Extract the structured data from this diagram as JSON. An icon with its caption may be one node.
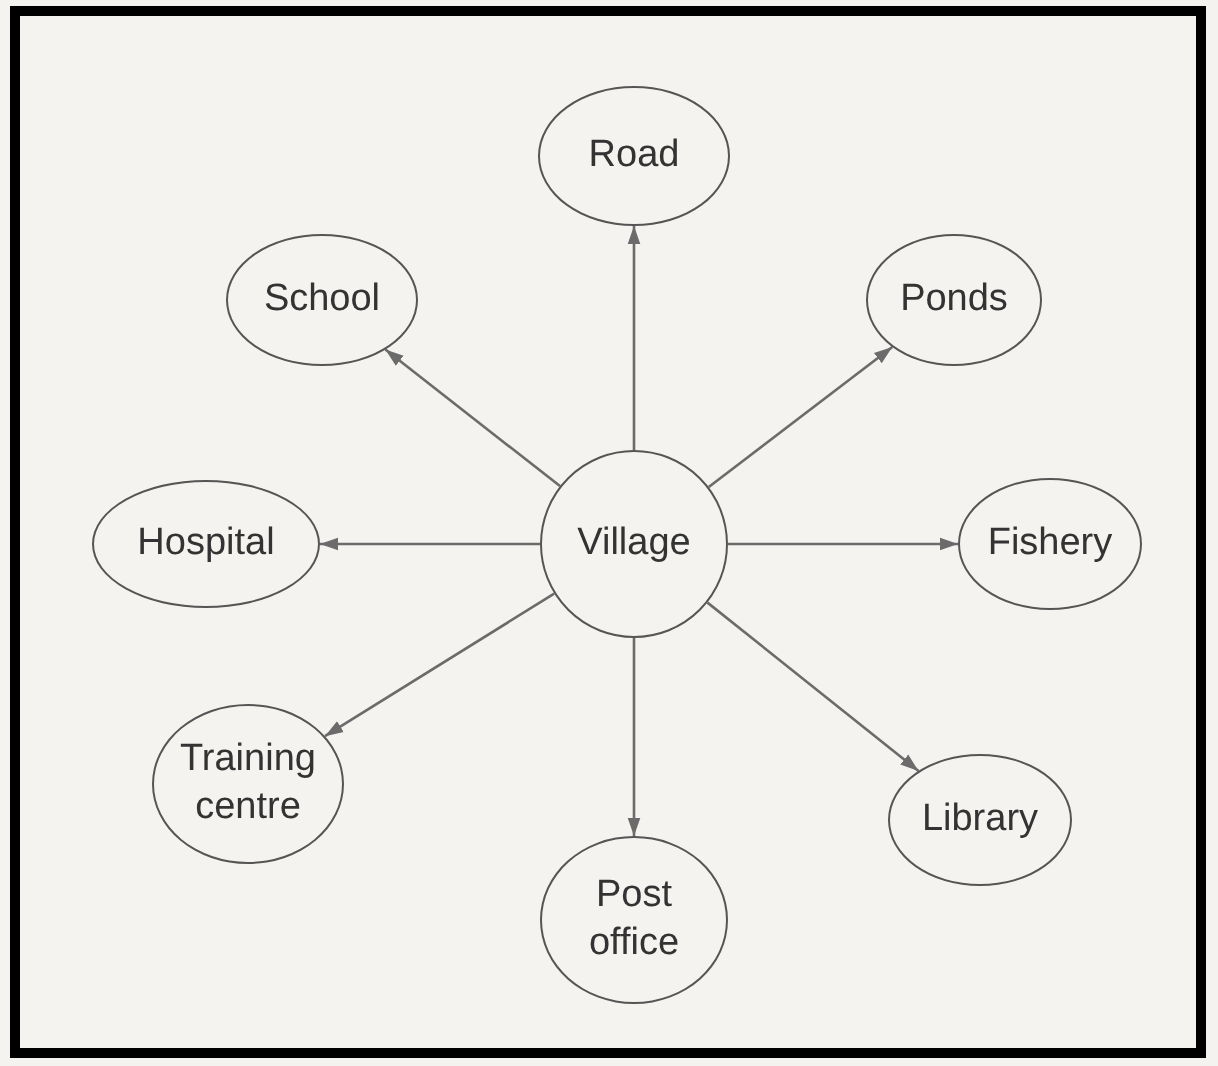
{
  "diagram": {
    "nodes": [
      {
        "text": [
          "Road"
        ]
      },
      {
        "text": [
          "School"
        ]
      },
      {
        "text": [
          "Ponds"
        ]
      },
      {
        "text": [
          "Hospital"
        ]
      },
      {
        "text": [
          "Village"
        ]
      },
      {
        "text": [
          "Fishery"
        ]
      },
      {
        "text": [
          "Training centre"
        ]
      },
      {
        "text": [
          "Library"
        ]
      },
      {
        "text": [
          "Post office"
        ]
      }
    ],
    "edges": [
      {
        "from": 4,
        "to": 0,
        "arrow": "to"
      },
      {
        "from": 4,
        "to": 1,
        "arrow": "to"
      },
      {
        "from": 4,
        "to": 2,
        "arrow": "to"
      },
      {
        "from": 4,
        "to": 3,
        "arrow": "to"
      },
      {
        "from": 4,
        "to": 5,
        "arrow": "to"
      },
      {
        "from": 4,
        "to": 6,
        "arrow": "to"
      },
      {
        "from": 4,
        "to": 7,
        "arrow": "to"
      },
      {
        "from": 4,
        "to": 8,
        "arrow": "to"
      }
    ]
  }
}
